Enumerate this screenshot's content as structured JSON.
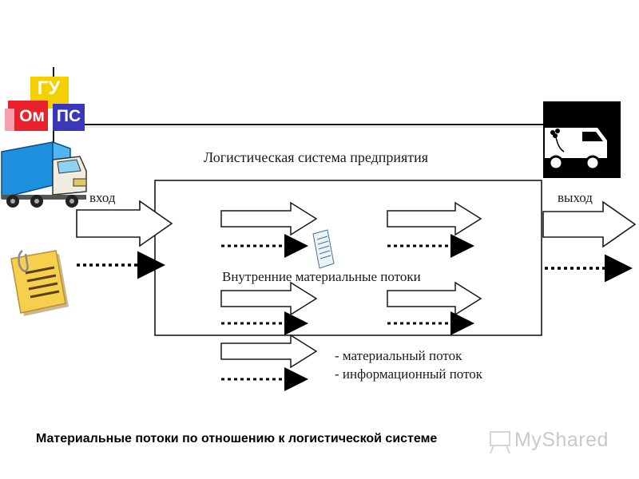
{
  "diagram": {
    "title": "Логистическая система предприятия",
    "inner_title": "Внутренние материальные потоки",
    "input_label": "вход",
    "output_label": "выход",
    "legend": {
      "material": "- материальный поток",
      "information": "- информационный поток"
    }
  },
  "logo": {
    "top_text": "ГУ",
    "left_text": "Ом",
    "right_text": "ПС",
    "colors": {
      "yellow": "#f5d000",
      "red": "#e8232d",
      "blue": "#3a38b8",
      "pink": "#f4a0b0"
    }
  },
  "icons": {
    "input_vehicle": "truck-icon",
    "input_document": "document-icon",
    "output_vehicle": "delivery-truck-icon",
    "inner_document": "document-icon"
  },
  "caption": "Материальные потоки по отношению к логистической системе",
  "watermark": "MyShared"
}
